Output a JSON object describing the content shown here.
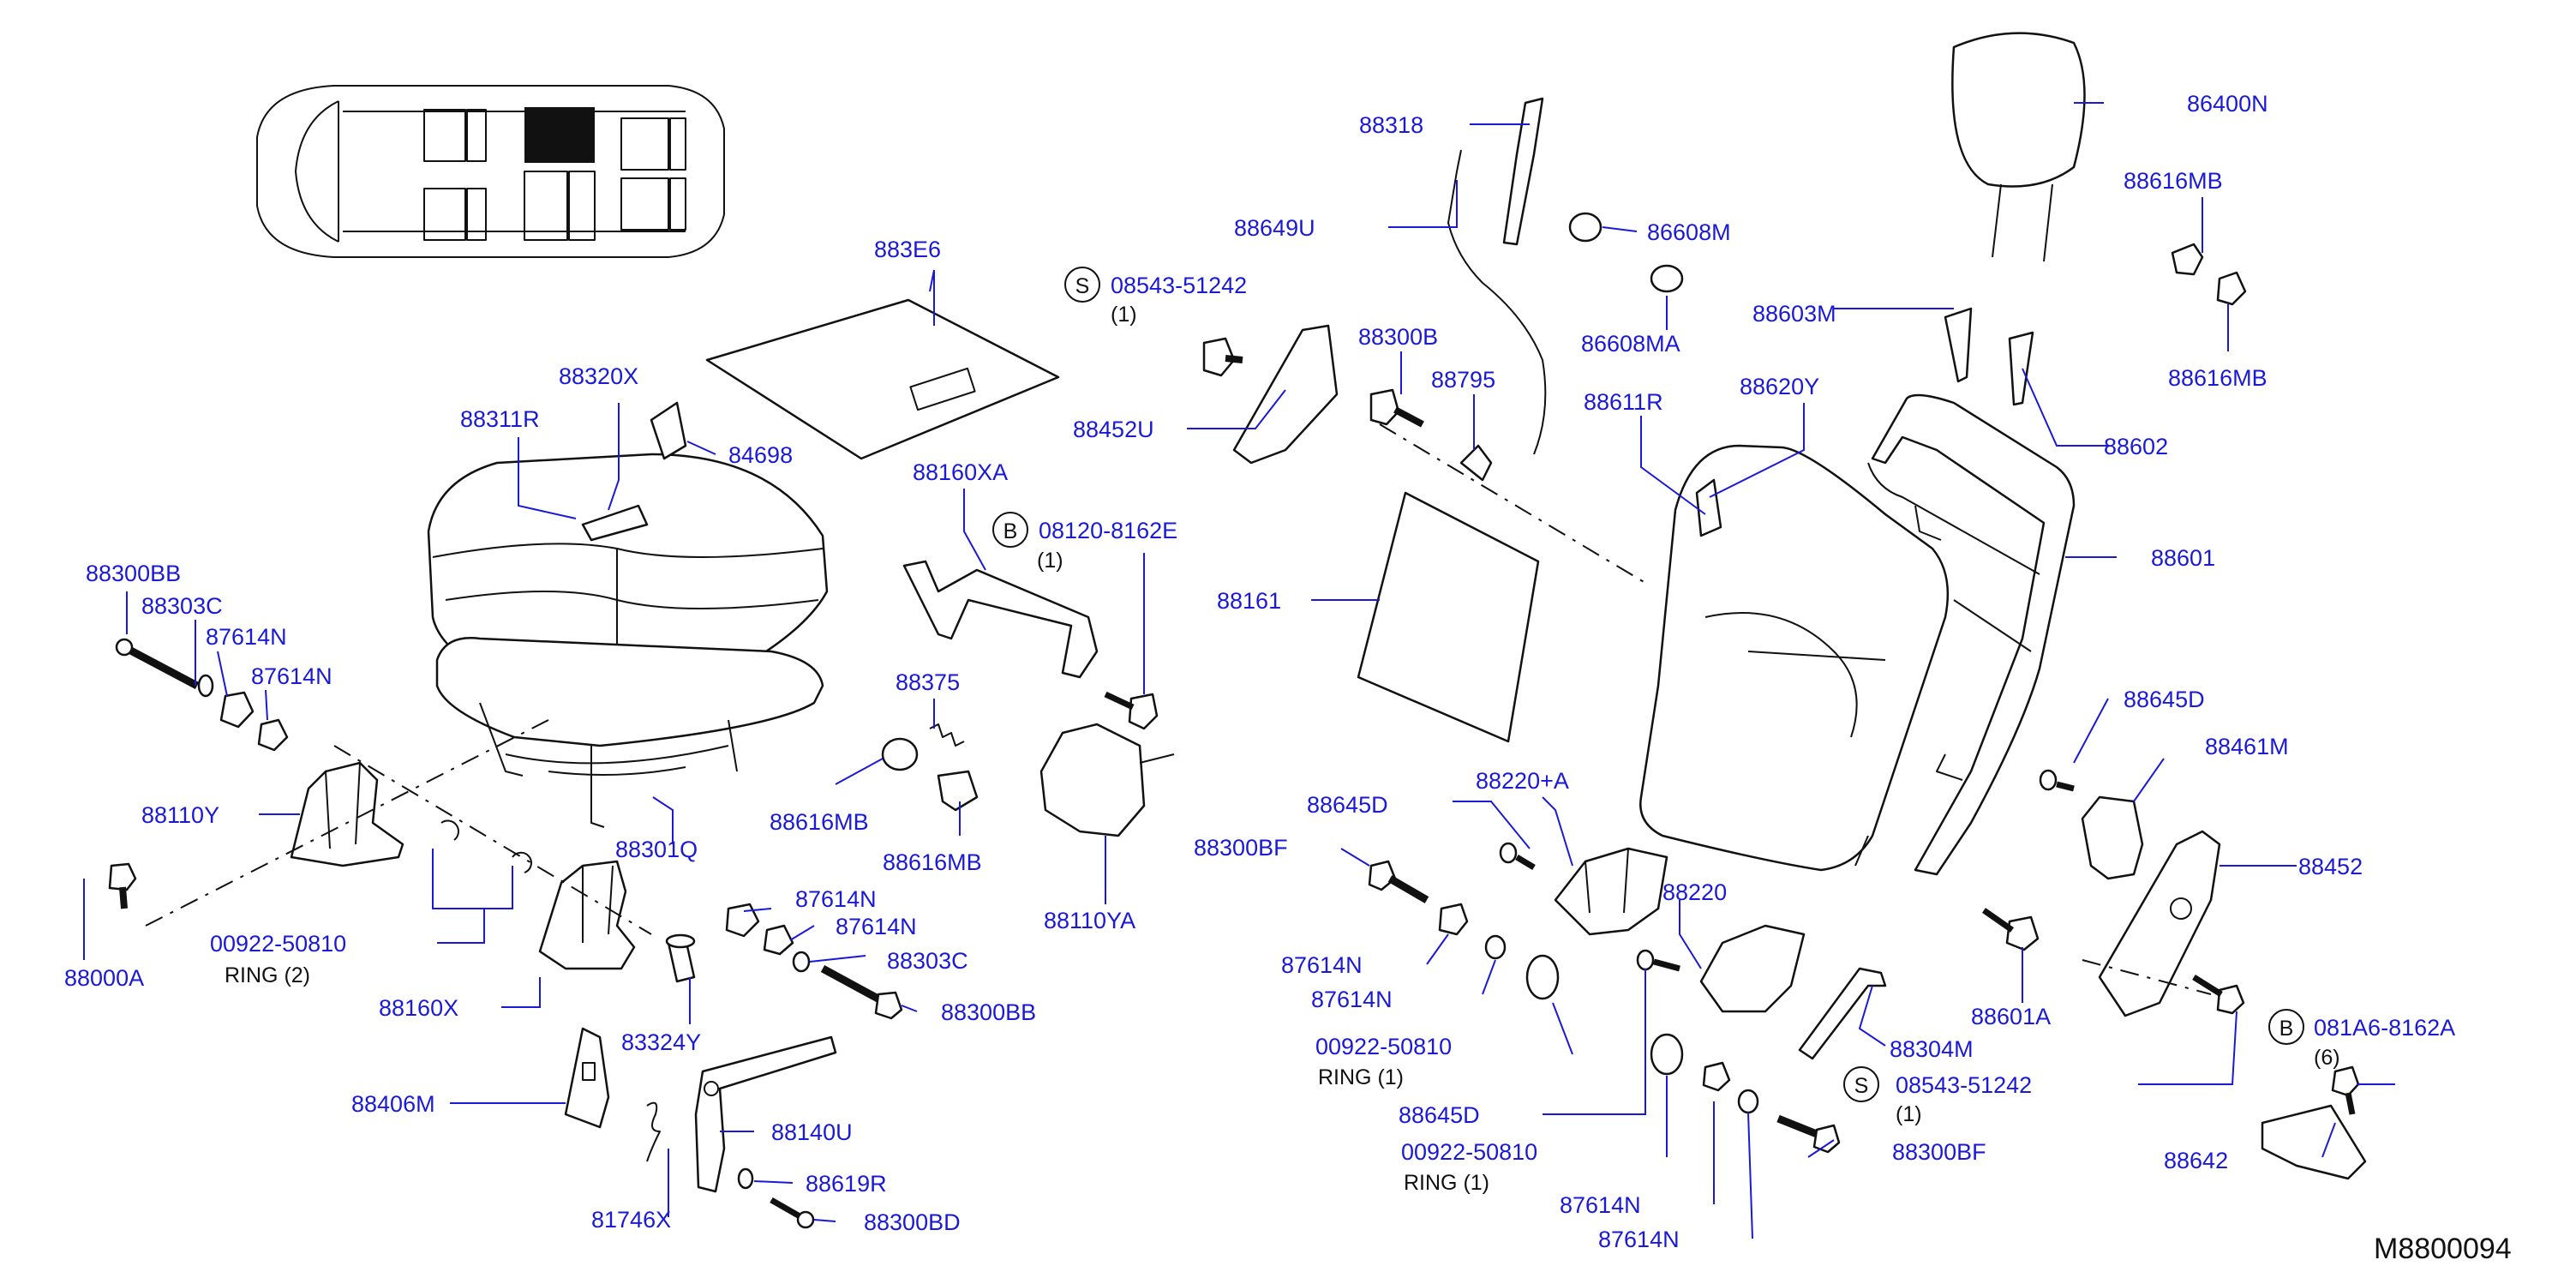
{
  "drawing_ref": "M8800094",
  "colors": {
    "label": "#1a1ad6",
    "line": "#111111",
    "highlight_seat": "#111111"
  },
  "labels": [
    "883E6",
    "88311R",
    "88320X",
    "84698",
    "88300BB",
    "88303C",
    "87614N",
    "87614N",
    "88110Y",
    "00922-50810",
    "RING  (2)",
    "88000A",
    "88301Q",
    "88160X",
    "87614N",
    "87614N",
    "88303C",
    "88300BB",
    "83324Y",
    "88406M",
    "88140U",
    "81746X",
    "88619R",
    "88300BD",
    "88318",
    "88649U",
    "08543-51242",
    "(1)",
    "88300B",
    "88795",
    "88452U",
    "88160XA",
    "08120-8162E",
    "(1)",
    "88161",
    "88375",
    "88616MB",
    "88616MB",
    "88110YA",
    "86400N",
    "86608M",
    "86608MA",
    "88616MB",
    "88603M",
    "88616MB",
    "88611R",
    "88620Y",
    "88602",
    "88601",
    "88645D",
    "88461M",
    "88645D",
    "88220+A",
    "88300BF",
    "88220",
    "88452",
    "87614N",
    "87614N",
    "00922-50810",
    "RING    (1)",
    "88645D",
    "88304M",
    "08543-51242",
    "(1)",
    "88601A",
    "081A6-8162A",
    "(6)",
    "00922-50810",
    "RING    (1)",
    "88300BF",
    "88642",
    "87614N",
    "87614N"
  ],
  "symbol_letters": {
    "s1": "S",
    "b1": "B",
    "s2": "S",
    "b2": "B"
  }
}
